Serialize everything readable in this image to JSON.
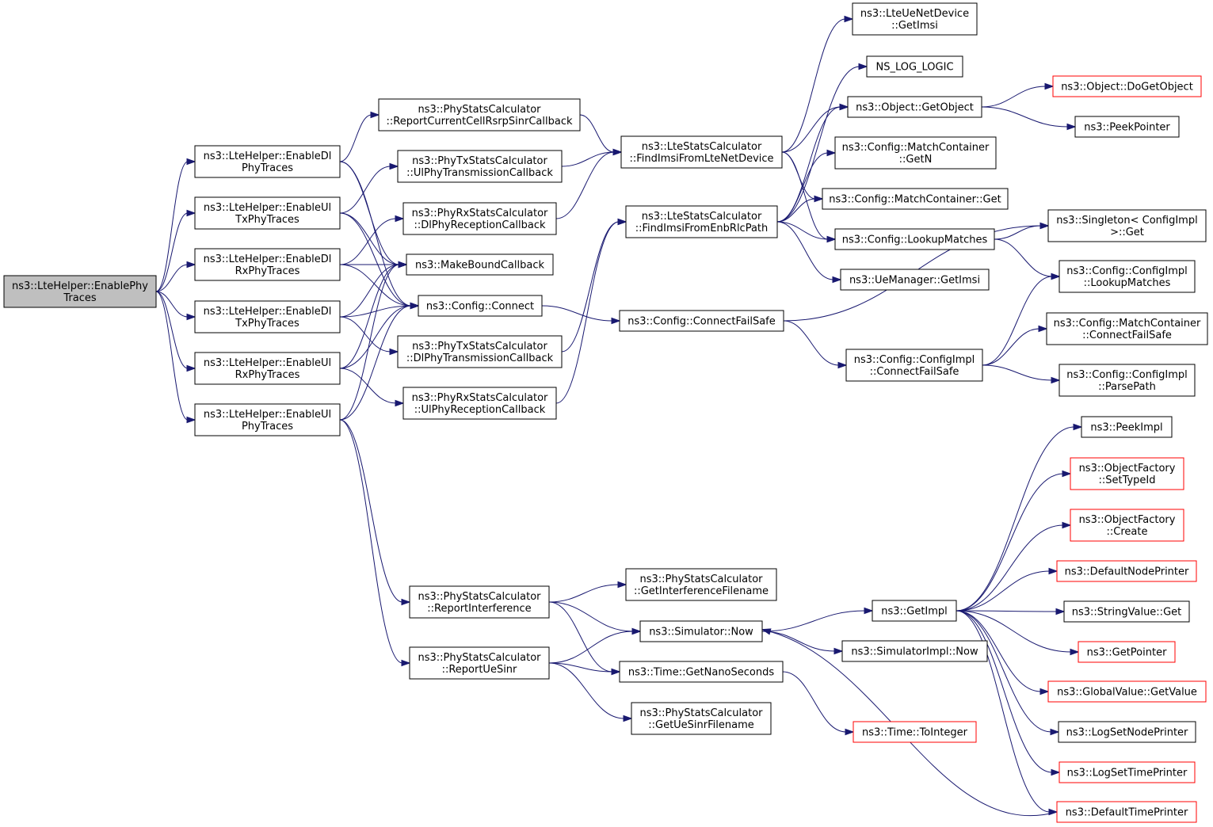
{
  "nodes": [
    {
      "id": "enablePhy",
      "lines": [
        "ns3::LteHelper::EnablePhy",
        "Traces"
      ],
      "style": "root"
    },
    {
      "id": "enableDlPhy",
      "lines": [
        "ns3::LteHelper::EnableDl",
        "PhyTraces"
      ]
    },
    {
      "id": "enableUlTxPhy",
      "lines": [
        "ns3::LteHelper::EnableUl",
        "TxPhyTraces"
      ]
    },
    {
      "id": "enableDlRxPhy",
      "lines": [
        "ns3::LteHelper::EnableDl",
        "RxPhyTraces"
      ]
    },
    {
      "id": "enableDlTxPhy",
      "lines": [
        "ns3::LteHelper::EnableDl",
        "TxPhyTraces"
      ]
    },
    {
      "id": "enableUlRxPhy",
      "lines": [
        "ns3::LteHelper::EnableUl",
        "RxPhyTraces"
      ]
    },
    {
      "id": "enableUlPhy",
      "lines": [
        "ns3::LteHelper::EnableUl",
        "PhyTraces"
      ]
    },
    {
      "id": "reportRsrp",
      "lines": [
        "ns3::PhyStatsCalculator",
        "::ReportCurrentCellRsrpSinrCallback"
      ]
    },
    {
      "id": "ulPhyTx",
      "lines": [
        "ns3::PhyTxStatsCalculator",
        "::UlPhyTransmissionCallback"
      ]
    },
    {
      "id": "dlPhyRx",
      "lines": [
        "ns3::PhyRxStatsCalculator",
        "::DlPhyReceptionCallback"
      ]
    },
    {
      "id": "makeBound",
      "lines": [
        "ns3::MakeBoundCallback"
      ]
    },
    {
      "id": "configConnect",
      "lines": [
        "ns3::Config::Connect"
      ]
    },
    {
      "id": "dlPhyTx",
      "lines": [
        "ns3::PhyTxStatsCalculator",
        "::DlPhyTransmissionCallback"
      ]
    },
    {
      "id": "ulPhyRx",
      "lines": [
        "ns3::PhyRxStatsCalculator",
        "::UlPhyReceptionCallback"
      ]
    },
    {
      "id": "findLteNet",
      "lines": [
        "ns3::LteStatsCalculator",
        "::FindImsiFromLteNetDevice"
      ]
    },
    {
      "id": "findEnbRlc",
      "lines": [
        "ns3::LteStatsCalculator",
        "::FindImsiFromEnbRlcPath"
      ]
    },
    {
      "id": "connectFailSafe",
      "lines": [
        "ns3::Config::ConnectFailSafe"
      ]
    },
    {
      "id": "ueGetImsi",
      "lines": [
        "ns3::LteUeNetDevice",
        "::GetImsi"
      ]
    },
    {
      "id": "nsLogLogic",
      "lines": [
        "NS_LOG_LOGIC"
      ]
    },
    {
      "id": "getObject",
      "lines": [
        "ns3::Object::GetObject"
      ]
    },
    {
      "id": "mcGetN",
      "lines": [
        "ns3::Config::MatchContainer",
        "::GetN"
      ]
    },
    {
      "id": "mcGet",
      "lines": [
        "ns3::Config::MatchContainer::Get"
      ]
    },
    {
      "id": "lookupMatches",
      "lines": [
        "ns3::Config::LookupMatches"
      ]
    },
    {
      "id": "ueManagerGetImsi",
      "lines": [
        "ns3::UeManager::GetImsi"
      ]
    },
    {
      "id": "ciConnectFailSafe",
      "lines": [
        "ns3::Config::ConfigImpl",
        "::ConnectFailSafe"
      ]
    },
    {
      "id": "doGetObject",
      "lines": [
        "ns3::Object::DoGetObject"
      ],
      "style": "red"
    },
    {
      "id": "peekPointer",
      "lines": [
        "ns3::PeekPointer"
      ]
    },
    {
      "id": "singletonGet",
      "lines": [
        "ns3::Singleton< ConfigImpl",
        ">::Get"
      ]
    },
    {
      "id": "ciLookupMatches",
      "lines": [
        "ns3::Config::ConfigImpl",
        "::LookupMatches"
      ]
    },
    {
      "id": "mcConnectFailSafe",
      "lines": [
        "ns3::Config::MatchContainer",
        "::ConnectFailSafe"
      ]
    },
    {
      "id": "ciParsePath",
      "lines": [
        "ns3::Config::ConfigImpl",
        "::ParsePath"
      ]
    },
    {
      "id": "reportInterference",
      "lines": [
        "ns3::PhyStatsCalculator",
        "::ReportInterference"
      ]
    },
    {
      "id": "reportUeSinr",
      "lines": [
        "ns3::PhyStatsCalculator",
        "::ReportUeSinr"
      ]
    },
    {
      "id": "getInterfFilename",
      "lines": [
        "ns3::PhyStatsCalculator",
        "::GetInterferenceFilename"
      ]
    },
    {
      "id": "simNow",
      "lines": [
        "ns3::Simulator::Now"
      ]
    },
    {
      "id": "getNanoSeconds",
      "lines": [
        "ns3::Time::GetNanoSeconds"
      ]
    },
    {
      "id": "getUeSinrFilename",
      "lines": [
        "ns3::PhyStatsCalculator",
        "::GetUeSinrFilename"
      ]
    },
    {
      "id": "getImpl",
      "lines": [
        "ns3::GetImpl"
      ]
    },
    {
      "id": "simImplNow",
      "lines": [
        "ns3::SimulatorImpl::Now"
      ]
    },
    {
      "id": "toInteger",
      "lines": [
        "ns3::Time::ToInteger"
      ],
      "style": "red"
    },
    {
      "id": "peekImpl",
      "lines": [
        "ns3::PeekImpl"
      ]
    },
    {
      "id": "ofSetTypeId",
      "lines": [
        "ns3::ObjectFactory",
        "::SetTypeId"
      ],
      "style": "red"
    },
    {
      "id": "ofCreate",
      "lines": [
        "ns3::ObjectFactory",
        "::Create"
      ],
      "style": "red"
    },
    {
      "id": "defaultNodePrinter",
      "lines": [
        "ns3::DefaultNodePrinter"
      ],
      "style": "red"
    },
    {
      "id": "stringValueGet",
      "lines": [
        "ns3::StringValue::Get"
      ]
    },
    {
      "id": "getPointer",
      "lines": [
        "ns3::GetPointer"
      ],
      "style": "red"
    },
    {
      "id": "gvGetValue",
      "lines": [
        "ns3::GlobalValue::GetValue"
      ],
      "style": "red"
    },
    {
      "id": "logSetNodePrinter",
      "lines": [
        "ns3::LogSetNodePrinter"
      ]
    },
    {
      "id": "logSetTimePrinter",
      "lines": [
        "ns3::LogSetTimePrinter"
      ],
      "style": "red"
    },
    {
      "id": "defaultTimePrinter",
      "lines": [
        "ns3::DefaultTimePrinter"
      ],
      "style": "red"
    }
  ],
  "edges": [
    [
      "enablePhy",
      "enableDlPhy"
    ],
    [
      "enablePhy",
      "enableUlTxPhy"
    ],
    [
      "enablePhy",
      "enableDlRxPhy"
    ],
    [
      "enablePhy",
      "enableDlTxPhy"
    ],
    [
      "enablePhy",
      "enableUlRxPhy"
    ],
    [
      "enablePhy",
      "enableUlPhy"
    ],
    [
      "enableDlPhy",
      "reportRsrp"
    ],
    [
      "enableDlPhy",
      "makeBound"
    ],
    [
      "enableDlPhy",
      "configConnect"
    ],
    [
      "enableUlTxPhy",
      "ulPhyTx"
    ],
    [
      "enableUlTxPhy",
      "makeBound"
    ],
    [
      "enableUlTxPhy",
      "configConnect"
    ],
    [
      "enableDlRxPhy",
      "dlPhyRx"
    ],
    [
      "enableDlRxPhy",
      "makeBound"
    ],
    [
      "enableDlRxPhy",
      "configConnect"
    ],
    [
      "enableDlTxPhy",
      "makeBound"
    ],
    [
      "enableDlTxPhy",
      "configConnect"
    ],
    [
      "enableDlTxPhy",
      "dlPhyTx"
    ],
    [
      "enableUlRxPhy",
      "makeBound"
    ],
    [
      "enableUlRxPhy",
      "configConnect"
    ],
    [
      "enableUlRxPhy",
      "ulPhyRx"
    ],
    [
      "enableUlPhy",
      "makeBound"
    ],
    [
      "enableUlPhy",
      "configConnect"
    ],
    [
      "enableUlPhy",
      "reportInterference"
    ],
    [
      "enableUlPhy",
      "reportUeSinr"
    ],
    [
      "reportRsrp",
      "findLteNet"
    ],
    [
      "ulPhyTx",
      "findLteNet"
    ],
    [
      "dlPhyRx",
      "findLteNet"
    ],
    [
      "dlPhyTx",
      "findEnbRlc"
    ],
    [
      "ulPhyRx",
      "findEnbRlc"
    ],
    [
      "configConnect",
      "connectFailSafe"
    ],
    [
      "findLteNet",
      "ueGetImsi"
    ],
    [
      "findLteNet",
      "getObject"
    ],
    [
      "findLteNet",
      "mcGet"
    ],
    [
      "findLteNet",
      "lookupMatches"
    ],
    [
      "findEnbRlc",
      "nsLogLogic"
    ],
    [
      "findEnbRlc",
      "getObject"
    ],
    [
      "findEnbRlc",
      "mcGetN"
    ],
    [
      "findEnbRlc",
      "mcGet"
    ],
    [
      "findEnbRlc",
      "lookupMatches"
    ],
    [
      "findEnbRlc",
      "ueManagerGetImsi"
    ],
    [
      "getObject",
      "doGetObject"
    ],
    [
      "getObject",
      "peekPointer"
    ],
    [
      "lookupMatches",
      "singletonGet"
    ],
    [
      "lookupMatches",
      "ciLookupMatches"
    ],
    [
      "connectFailSafe",
      "singletonGet"
    ],
    [
      "connectFailSafe",
      "ciConnectFailSafe"
    ],
    [
      "ciConnectFailSafe",
      "ciLookupMatches"
    ],
    [
      "ciConnectFailSafe",
      "mcConnectFailSafe"
    ],
    [
      "ciConnectFailSafe",
      "ciParsePath"
    ],
    [
      "reportInterference",
      "getInterfFilename"
    ],
    [
      "reportInterference",
      "simNow"
    ],
    [
      "reportInterference",
      "getNanoSeconds"
    ],
    [
      "reportUeSinr",
      "simNow"
    ],
    [
      "reportUeSinr",
      "getNanoSeconds"
    ],
    [
      "reportUeSinr",
      "getUeSinrFilename"
    ],
    [
      "simNow",
      "getImpl"
    ],
    [
      "simNow",
      "simImplNow"
    ],
    [
      "getNanoSeconds",
      "toInteger"
    ],
    [
      "getImpl",
      "peekImpl"
    ],
    [
      "getImpl",
      "ofSetTypeId"
    ],
    [
      "getImpl",
      "ofCreate"
    ],
    [
      "getImpl",
      "defaultNodePrinter"
    ],
    [
      "getImpl",
      "stringValueGet"
    ],
    [
      "getImpl",
      "getPointer"
    ],
    [
      "getImpl",
      "gvGetValue"
    ],
    [
      "getImpl",
      "logSetNodePrinter"
    ],
    [
      "getImpl",
      "logSetTimePrinter"
    ],
    [
      "getImpl",
      "defaultTimePrinter"
    ],
    [
      "defaultTimePrinter",
      "simNow"
    ]
  ],
  "colors": {
    "edge": "#191970",
    "box_stroke": "#000000",
    "red_stroke": "#ff0000",
    "root_fill": "#bfbfbf"
  }
}
